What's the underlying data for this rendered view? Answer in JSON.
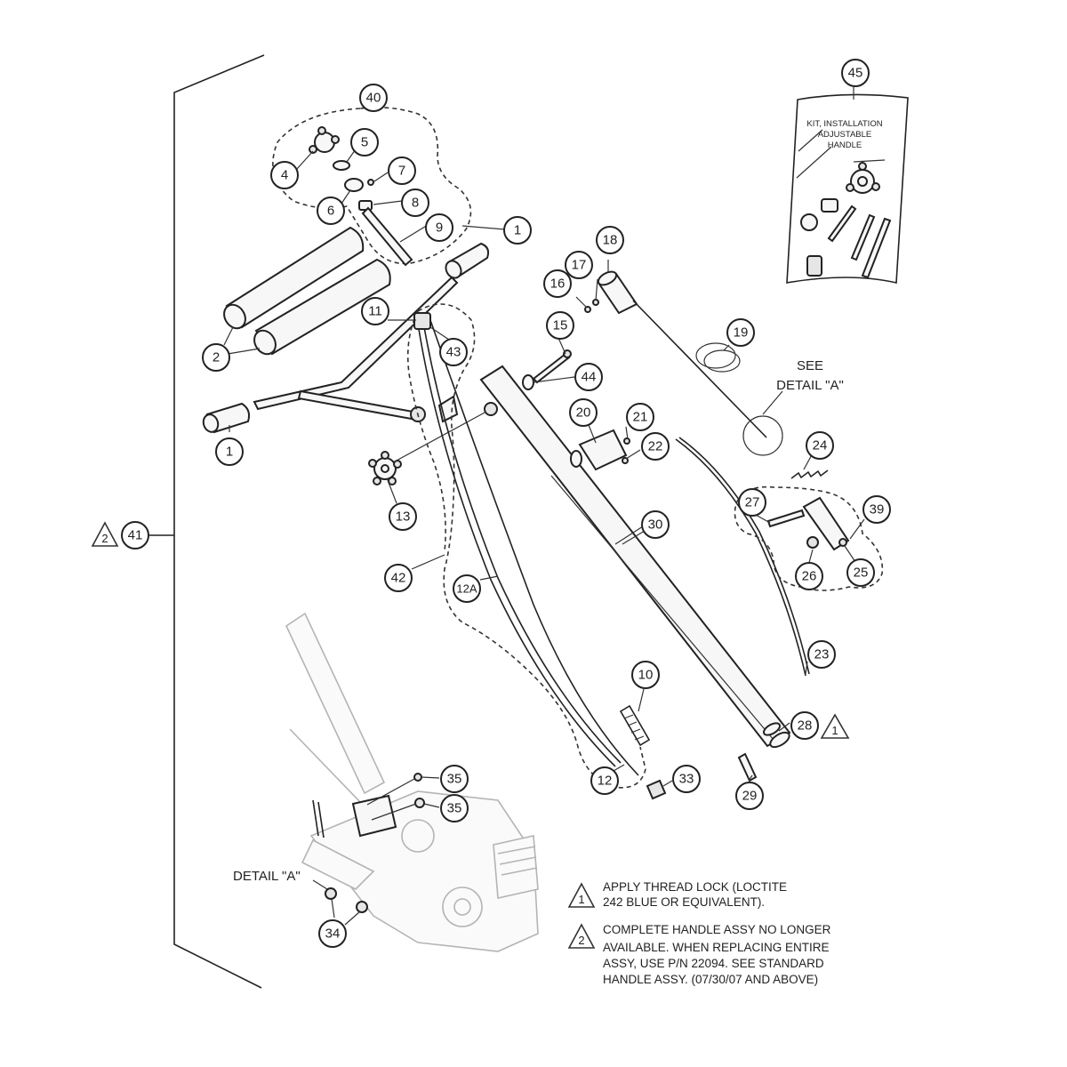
{
  "callouts": {
    "c1a": "1",
    "c1b": "1",
    "c2": "2",
    "c4": "4",
    "c5": "5",
    "c6": "6",
    "c7": "7",
    "c8": "8",
    "c9": "9",
    "c10": "10",
    "c11": "11",
    "c12": "12",
    "c12a": "12A",
    "c13": "13",
    "c15": "15",
    "c16": "16",
    "c17": "17",
    "c18": "18",
    "c19": "19",
    "c20": "20",
    "c21": "21",
    "c22": "22",
    "c23": "23",
    "c24": "24",
    "c25": "25",
    "c26": "26",
    "c27": "27",
    "c28": "28",
    "c29": "29",
    "c30": "30",
    "c33": "33",
    "c34": "34",
    "c35a": "35",
    "c35b": "35",
    "c39": "39",
    "c40": "40",
    "c41": "41",
    "c42": "42",
    "c43": "43",
    "c44": "44",
    "c45": "45"
  },
  "warnings": {
    "w1": "1",
    "w2": "2"
  },
  "labels": {
    "see_line1": "SEE",
    "see_line2": "DETAIL \"A\"",
    "detail_a": "DETAIL \"A\"",
    "kit_line1": "KIT, INSTALLATION",
    "kit_line2": "ADJUSTABLE",
    "kit_line3": "HANDLE"
  },
  "notes": {
    "note1_marker": "1",
    "note1_line1": "APPLY THREAD LOCK (LOCTITE",
    "note1_line2": "242 BLUE OR EQUIVALENT).",
    "note2_marker": "2",
    "note2_line1": "COMPLETE HANDLE ASSY NO LONGER",
    "note2_line2": "AVAILABLE. WHEN REPLACING ENTIRE",
    "note2_line3": "ASSY, USE P/N 22094. SEE STANDARD",
    "note2_line4": "HANDLE ASSY. (07/30/07 AND ABOVE)"
  }
}
